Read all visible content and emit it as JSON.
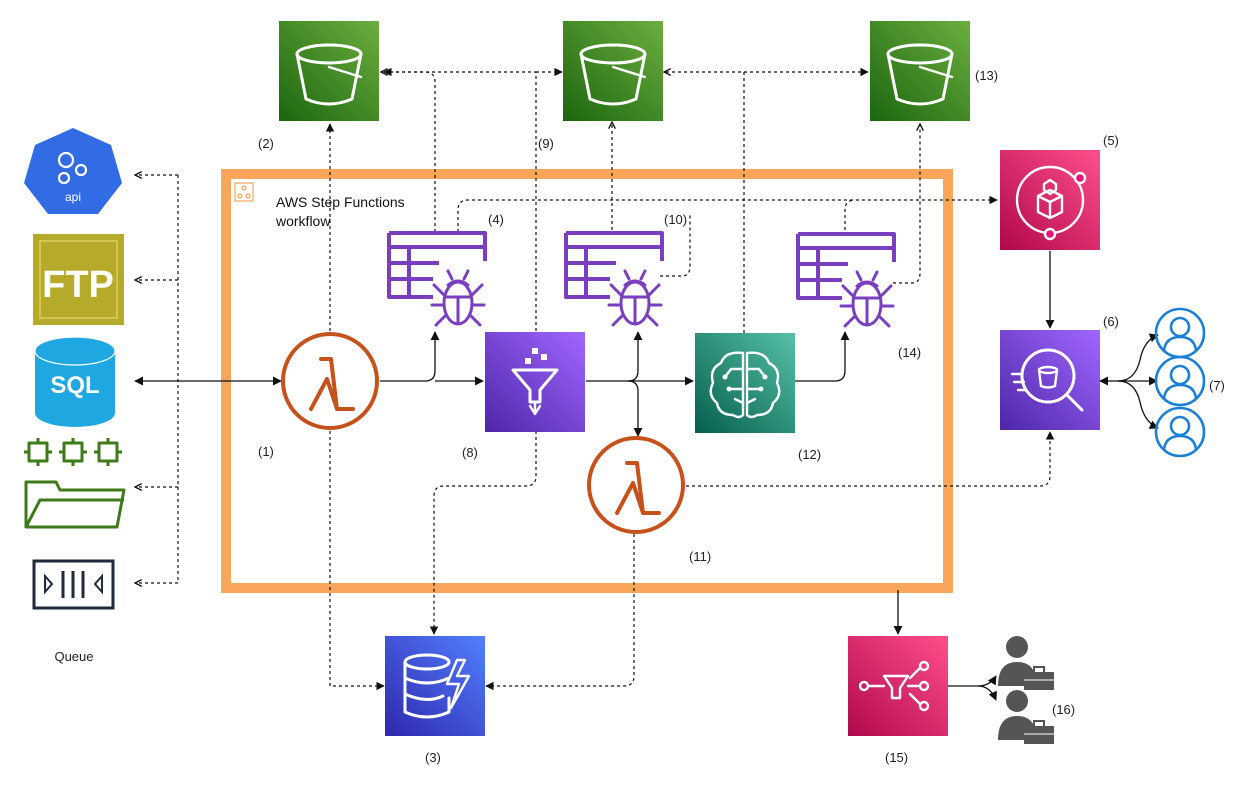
{
  "workflow": {
    "title_line1": "AWS Step Functions",
    "title_line2": "workflow"
  },
  "labels": {
    "n1": "(1)",
    "n2": "(2)",
    "n3": "(3)",
    "n4": "(4)",
    "n5": "(5)",
    "n6": "(6)",
    "n7": "(7)",
    "n8": "(8)",
    "n9": "(9)",
    "n10": "(10)",
    "n11": "(11)",
    "n12": "(12)",
    "n13": "(13)",
    "n14": "(14)",
    "n15": "(15)",
    "n16": "(16)"
  },
  "sources": {
    "api_text": "api",
    "ftp_text": "FTP",
    "sql_text": "SQL",
    "queue_label": "Queue"
  },
  "colors": {
    "s3_green": "#3f8624",
    "step_orange": "#f9a65a",
    "lambda_orange": "#c7511a",
    "glue_purple": "#8c4fff",
    "dynamo_blue": "#3355dd",
    "pink": "#e7157b",
    "sagemaker_teal": "#1a8a70",
    "sql_cyan": "#1ea7e1",
    "ftp_olive": "#b5aa2a",
    "api_blue": "#326ce5",
    "user_blue": "#1a7fd6"
  },
  "icons": [
    "api-icon",
    "ftp-icon",
    "sql-database-icon",
    "folder-chips-icon",
    "queue-icon",
    "s3-bucket-icon",
    "glue-crawler-icon",
    "lambda-icon",
    "glue-databrew-icon",
    "sagemaker-icon",
    "dynamodb-icon",
    "service-catalog-icon",
    "athena-icon",
    "user-icon",
    "sns-icon",
    "admin-user-icon",
    "step-functions-icon"
  ]
}
